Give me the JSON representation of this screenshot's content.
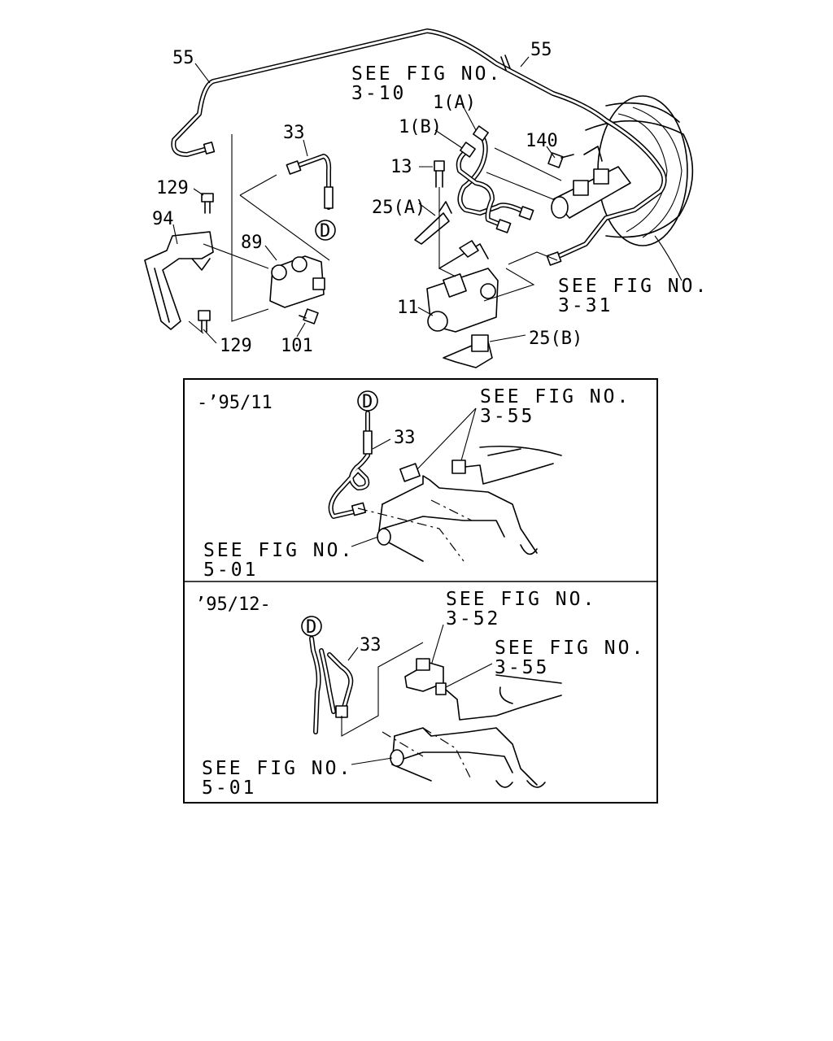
{
  "labels": {
    "p55_left": "55",
    "p55_right": "55",
    "ref_310_a": "SEE FIG NO.",
    "ref_310_b": "3-10",
    "p1a": "1(A)",
    "p1b": "1(B)",
    "p33_top": "33",
    "p140": "140",
    "p13": "13",
    "p129_top": "129",
    "p25a": "25(A)",
    "p94": "94",
    "p89": "89",
    "ref_331_a": "SEE FIG NO.",
    "ref_331_b": "3-31",
    "p11": "11",
    "p25b": "25(B)",
    "p129_bottom": "129",
    "p101": "101",
    "conn_d_top": "D"
  },
  "panel_early": {
    "range": "-’95/11",
    "conn_d": "D",
    "p33": "33",
    "ref_355_a": "SEE FIG NO.",
    "ref_355_b": "3-55",
    "ref_501_a": "SEE FIG NO.",
    "ref_501_b": "5-01"
  },
  "panel_late": {
    "range": "’95/12-",
    "conn_d": "D",
    "p33": "33",
    "ref_352_a": "SEE FIG NO.",
    "ref_352_b": "3-52",
    "ref_355_a": "SEE FIG NO.",
    "ref_355_b": "3-55",
    "ref_501_a": "SEE FIG NO.",
    "ref_501_b": "5-01"
  }
}
